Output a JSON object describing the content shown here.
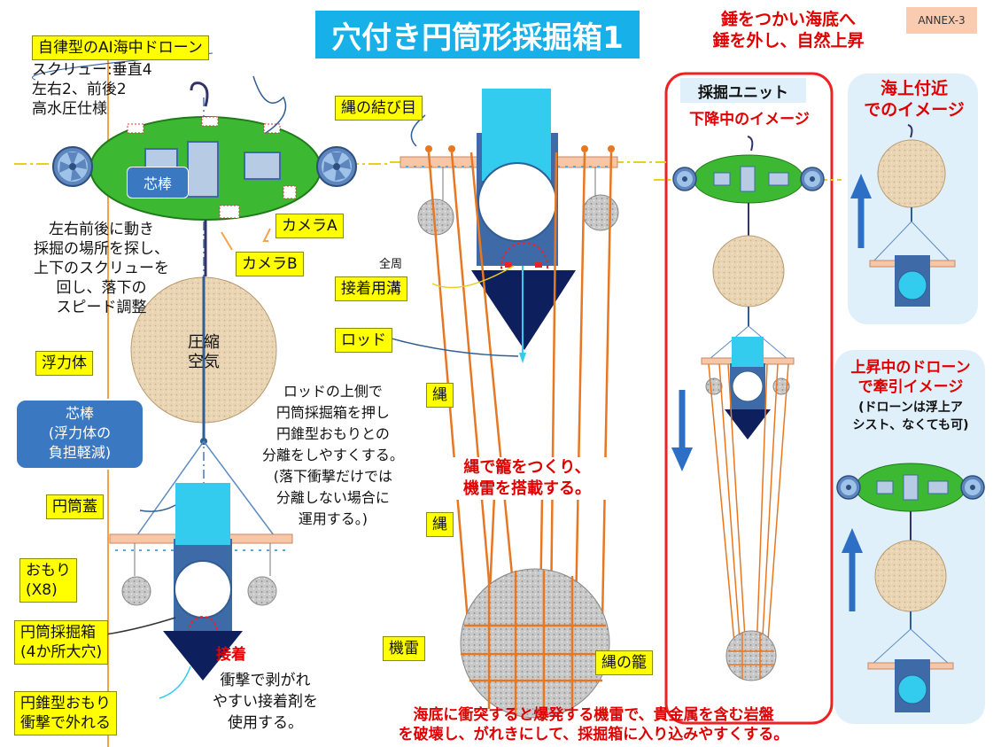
{
  "title": "穴付き円筒形採掘箱1",
  "annex": "ANNEX-3",
  "top_note": "錘をつかい海底へ\n錘を外し、自然上昇",
  "drone": {
    "name_label": "自律型のAI海中ドローン",
    "spec_text": "スクリュー:垂直4\n左右2、前後2\n高水圧仕様",
    "core_label": "芯棒",
    "camera_a": "カメラA",
    "camera_b": "カメラB"
  },
  "movement_text": "左右前後に動き\n採掘の場所を探し、\n上下のスクリューを\n回し、落下の\nスピード調整",
  "float": {
    "label": "浮力体",
    "inner": "圧縮\n空気"
  },
  "core_callout": "芯棒\n(浮力体の\n負担軽減)",
  "rod_text": "ロッドの上側で\n円筒採掘箱を押し\n円錐型おもりとの\n分離をしやすくする。\n(落下衝撃だけでは\n分離しない場合に\n運用する。)",
  "left_labels": {
    "cylinder_lid": "円筒蓋",
    "weight": "おもり\n(X8)",
    "box": "円筒採掘箱\n(4か所大穴)",
    "cone": "円錐型おもり\n衝撃で外れる"
  },
  "adhesion_red": "接着",
  "adhesive_text": "衝撃で剥がれ\nやすい接着剤を\n使用する。",
  "center_labels": {
    "knot": "縄の結び目",
    "groove_small": "全周",
    "groove": "接着用溝",
    "rod": "ロッド",
    "rope1": "縄",
    "rope2": "縄",
    "mine": "機雷",
    "cage": "縄の籠"
  },
  "cage_note": "縄で籠をつくり、\n機雷を搭載する。",
  "bottom_note": "海底に衝突すると爆発する機雷で、貴金属を含む岩盤\nを破壊し、がれきにして、採掘箱に入り込みやすくする。",
  "unit": {
    "title": "採掘ユニット",
    "descending": "下降中のイメージ"
  },
  "surface": {
    "text": "海上付近\nでのイメージ"
  },
  "ascending": {
    "title": "上昇中のドローン\nで牽引イメージ",
    "sub": "(ドローンは浮上ア\nシスト、なくても可)"
  },
  "colors": {
    "drone_green": "#3cb832",
    "box_blue": "#3f6aa8",
    "lid_cyan": "#33ccee",
    "rope_orange": "#e87722",
    "cone_navy": "#0d1f5c",
    "panel_blue": "#dff0fb"
  }
}
